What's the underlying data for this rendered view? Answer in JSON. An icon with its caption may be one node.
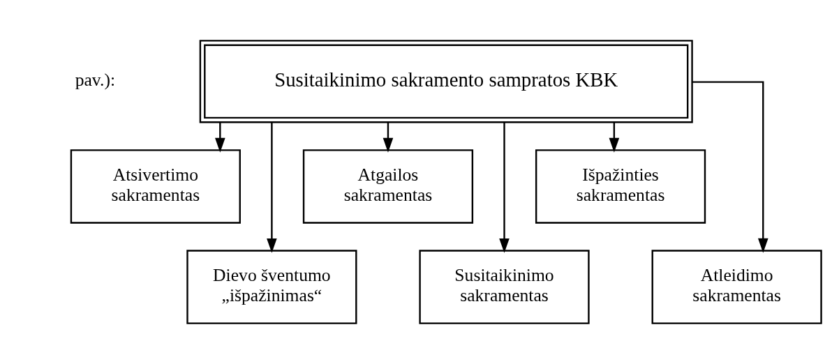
{
  "diagram": {
    "nodes": [
      {
        "text": [
          "Susitaikinimo sakramento sampratos KBK"
        ]
      },
      {
        "text": [
          "Atsivertimo sakramentas"
        ]
      },
      {
        "text": [
          "Atgailos sakramentas"
        ]
      },
      {
        "text": [
          "Išpažinties sakramentas"
        ]
      },
      {
        "text": [
          "Dievo šventumo „išpažinimas“"
        ]
      },
      {
        "text": [
          "Susitaikinimo sakramentas"
        ]
      },
      {
        "text": [
          "Atleidimo sakramentas"
        ]
      }
    ],
    "edges": [
      {
        "from": 0,
        "to": 1,
        "arrow": "to"
      },
      {
        "from": 0,
        "to": 4,
        "arrow": "to"
      },
      {
        "from": 0,
        "to": 2,
        "arrow": "to"
      },
      {
        "from": 0,
        "to": 5,
        "arrow": "to"
      },
      {
        "from": 0,
        "to": 3,
        "arrow": "to"
      },
      {
        "from": 0,
        "to": 6,
        "arrow": "to"
      }
    ],
    "labels": [
      "pav.):"
    ]
  }
}
